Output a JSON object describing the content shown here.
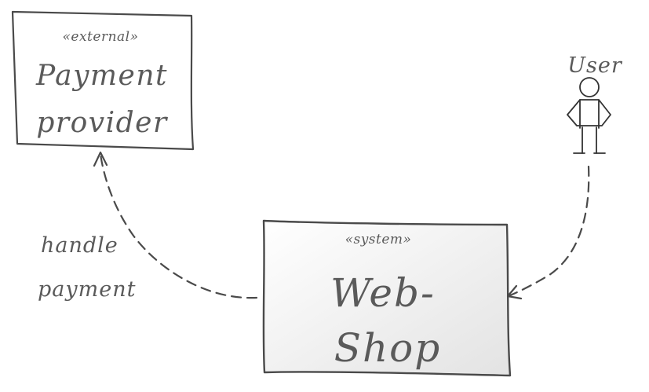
{
  "nodes": {
    "payment_provider": {
      "stereotype": "«external»",
      "title_line1": "Payment",
      "title_line2": "provider"
    },
    "web_shop": {
      "stereotype": "«system»",
      "title_line1": "Web-",
      "title_line2": "Shop"
    },
    "user": {
      "label": "User"
    }
  },
  "edges": {
    "handle_payment": {
      "label_line1": "handle",
      "label_line2": "payment"
    }
  },
  "colors": {
    "stroke": "#4a4a4a",
    "text": "#5a5a5a",
    "system_fill_light": "#ffffff",
    "system_fill_dark": "#e6e6e6"
  },
  "icons": {
    "user": "stick-figure-icon",
    "arrows": "open-arrowhead-icon"
  }
}
